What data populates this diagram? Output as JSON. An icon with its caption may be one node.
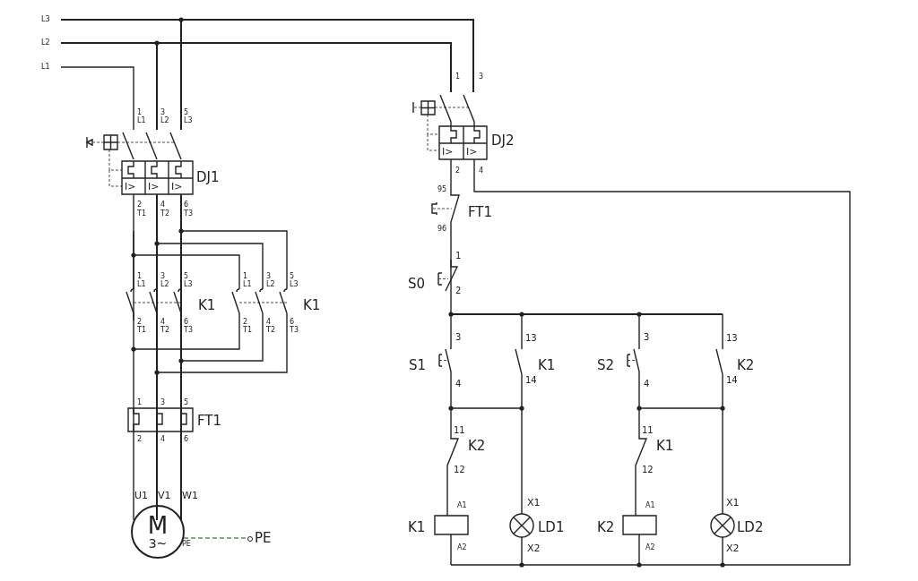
{
  "diagram": {
    "nodes": [
      {
        "text": [
          "M",
          "3~"
        ],
        "beside": [
          "PE"
        ]
      },
      {
        "text": [
          "PE"
        ]
      }
    ],
    "edges": [
      {
        "from": 0,
        "to": 1,
        "arrow": "none",
        "style": "dashed",
        "color": "#3aa83a"
      }
    ],
    "labels": [
      "L3",
      "L2",
      "L1",
      "1",
      "L1",
      "3",
      "L2",
      "5",
      "L3",
      "I>",
      "I>",
      "I>",
      "DJ1",
      "2",
      "T1",
      "4",
      "T2",
      "6",
      "T3",
      "1",
      "L1",
      "3",
      "L2",
      "5",
      "L3",
      "1",
      "L1",
      "3",
      "L2",
      "5",
      "L3",
      "K1",
      "K1",
      "2",
      "T1",
      "4",
      "T2",
      "6",
      "T3",
      "2",
      "T1",
      "4",
      "T2",
      "6",
      "T3",
      "1",
      "3",
      "5",
      "FT1",
      "2",
      "4",
      "6",
      "U1",
      "V1",
      "W1",
      "1",
      "3",
      "I>",
      "I>",
      "DJ2",
      "2",
      "4",
      "95",
      "FT1",
      "96",
      "1",
      "S0",
      "2",
      "3",
      "13",
      "3",
      "13",
      "S1",
      "K1",
      "S2",
      "K2",
      "4",
      "14",
      "4",
      "14",
      "11",
      "K2",
      "11",
      "K1",
      "12",
      "12",
      "A1",
      "X1",
      "A1",
      "X1",
      "K1",
      "LD1",
      "K2",
      "LD2",
      "A2",
      "X2",
      "A2",
      "X2"
    ]
  }
}
